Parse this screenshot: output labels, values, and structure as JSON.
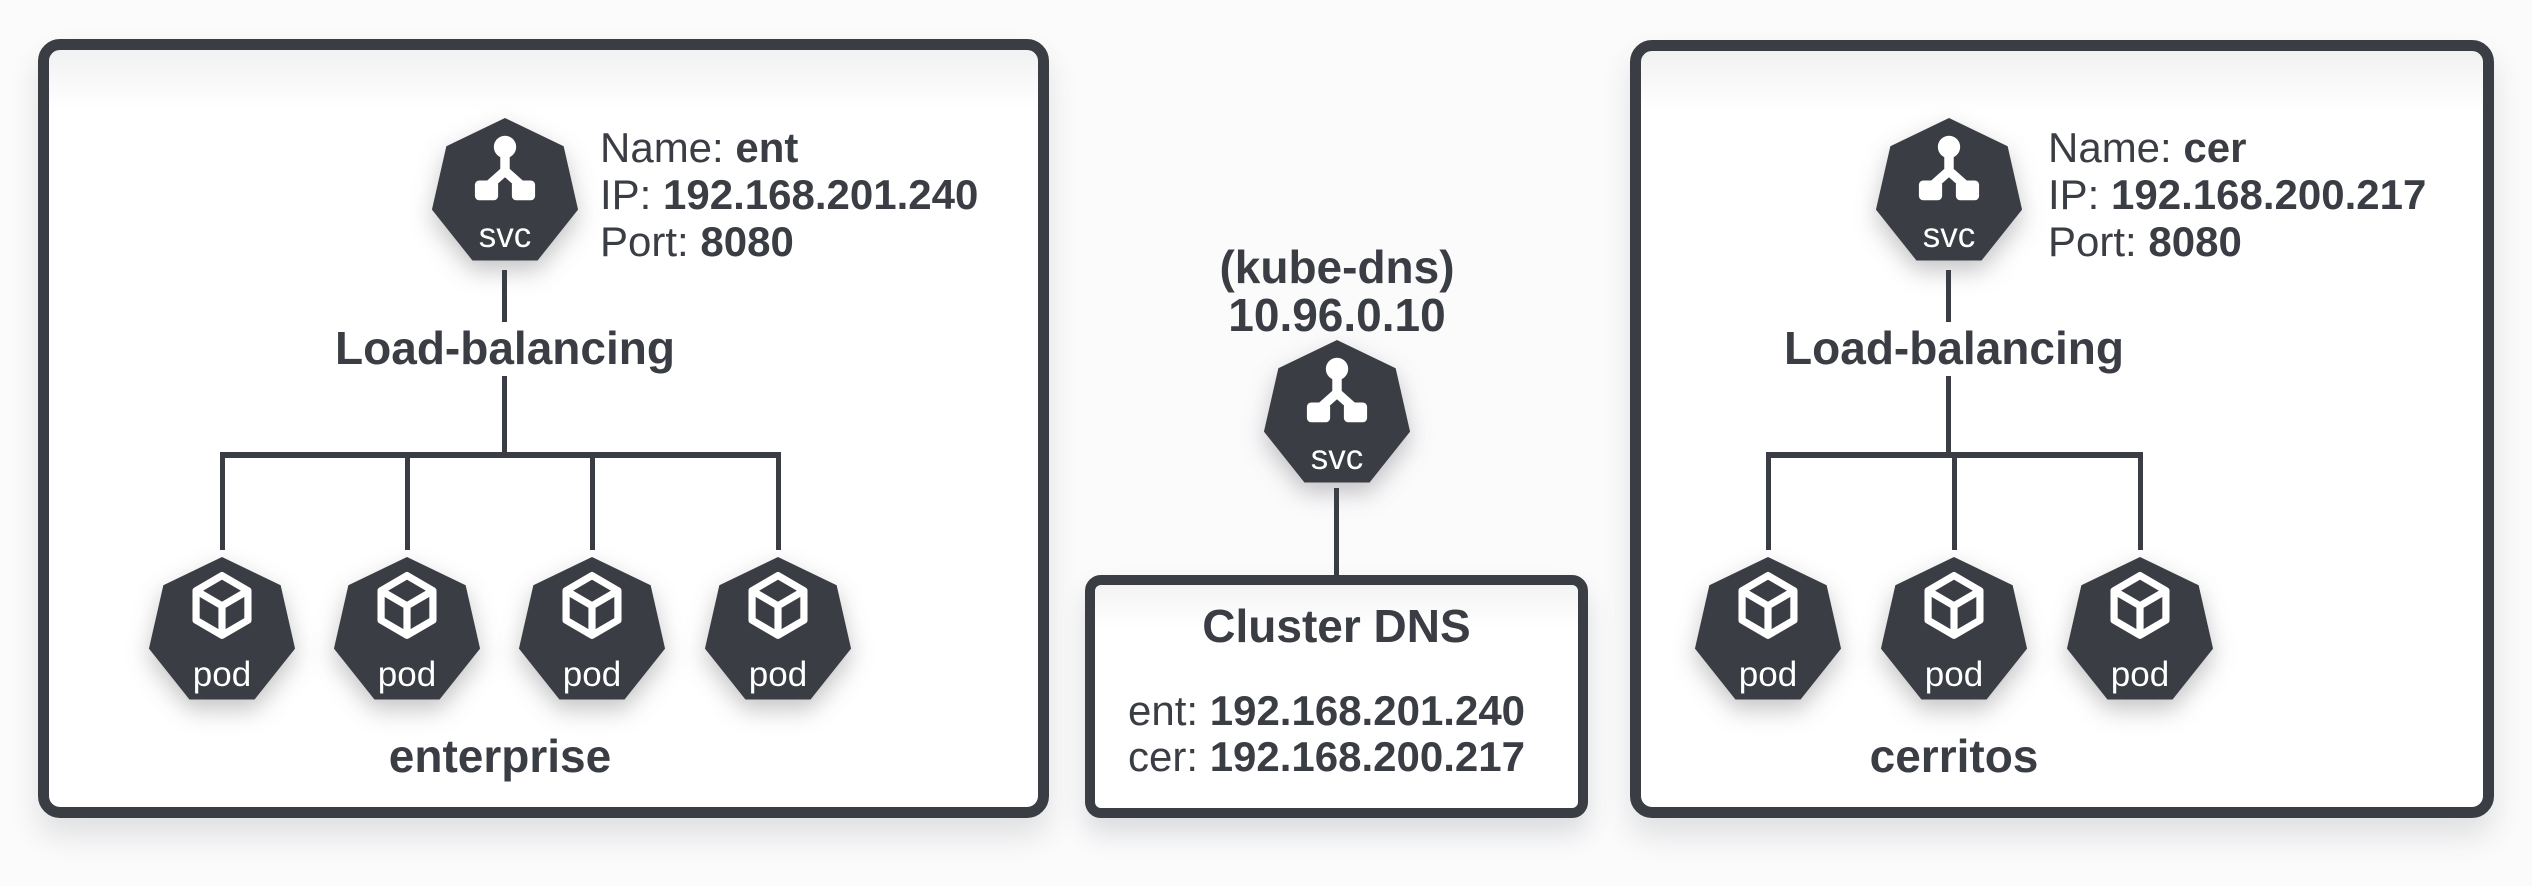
{
  "diagram": {
    "left_cluster": {
      "service": {
        "name_label": "Name:",
        "name": "ent",
        "ip_label": "IP:",
        "ip": "192.168.201.240",
        "port_label": "Port:",
        "port": "8080"
      },
      "svc_badge": "svc",
      "load_balancing_label": "Load-balancing",
      "pod_badge": "pod",
      "pod_count": 4,
      "name": "enterprise"
    },
    "dns": {
      "service_name": "(kube-dns)",
      "service_ip": "10.96.0.10",
      "svc_badge": "svc",
      "box_title": "Cluster DNS",
      "records": [
        {
          "name": "ent:",
          "ip": "192.168.201.240"
        },
        {
          "name": "cer:",
          "ip": "192.168.200.217"
        }
      ]
    },
    "right_cluster": {
      "service": {
        "name_label": "Name:",
        "name": "cer",
        "ip_label": "IP:",
        "ip": "192.168.200.217",
        "port_label": "Port:",
        "port": "8080"
      },
      "svc_badge": "svc",
      "load_balancing_label": "Load-balancing",
      "pod_badge": "pod",
      "pod_count": 3,
      "name": "cerritos"
    },
    "colors": {
      "ink": "#3a3d43",
      "box_background": "#ffffff",
      "page_background": "#fbfbfc"
    }
  }
}
